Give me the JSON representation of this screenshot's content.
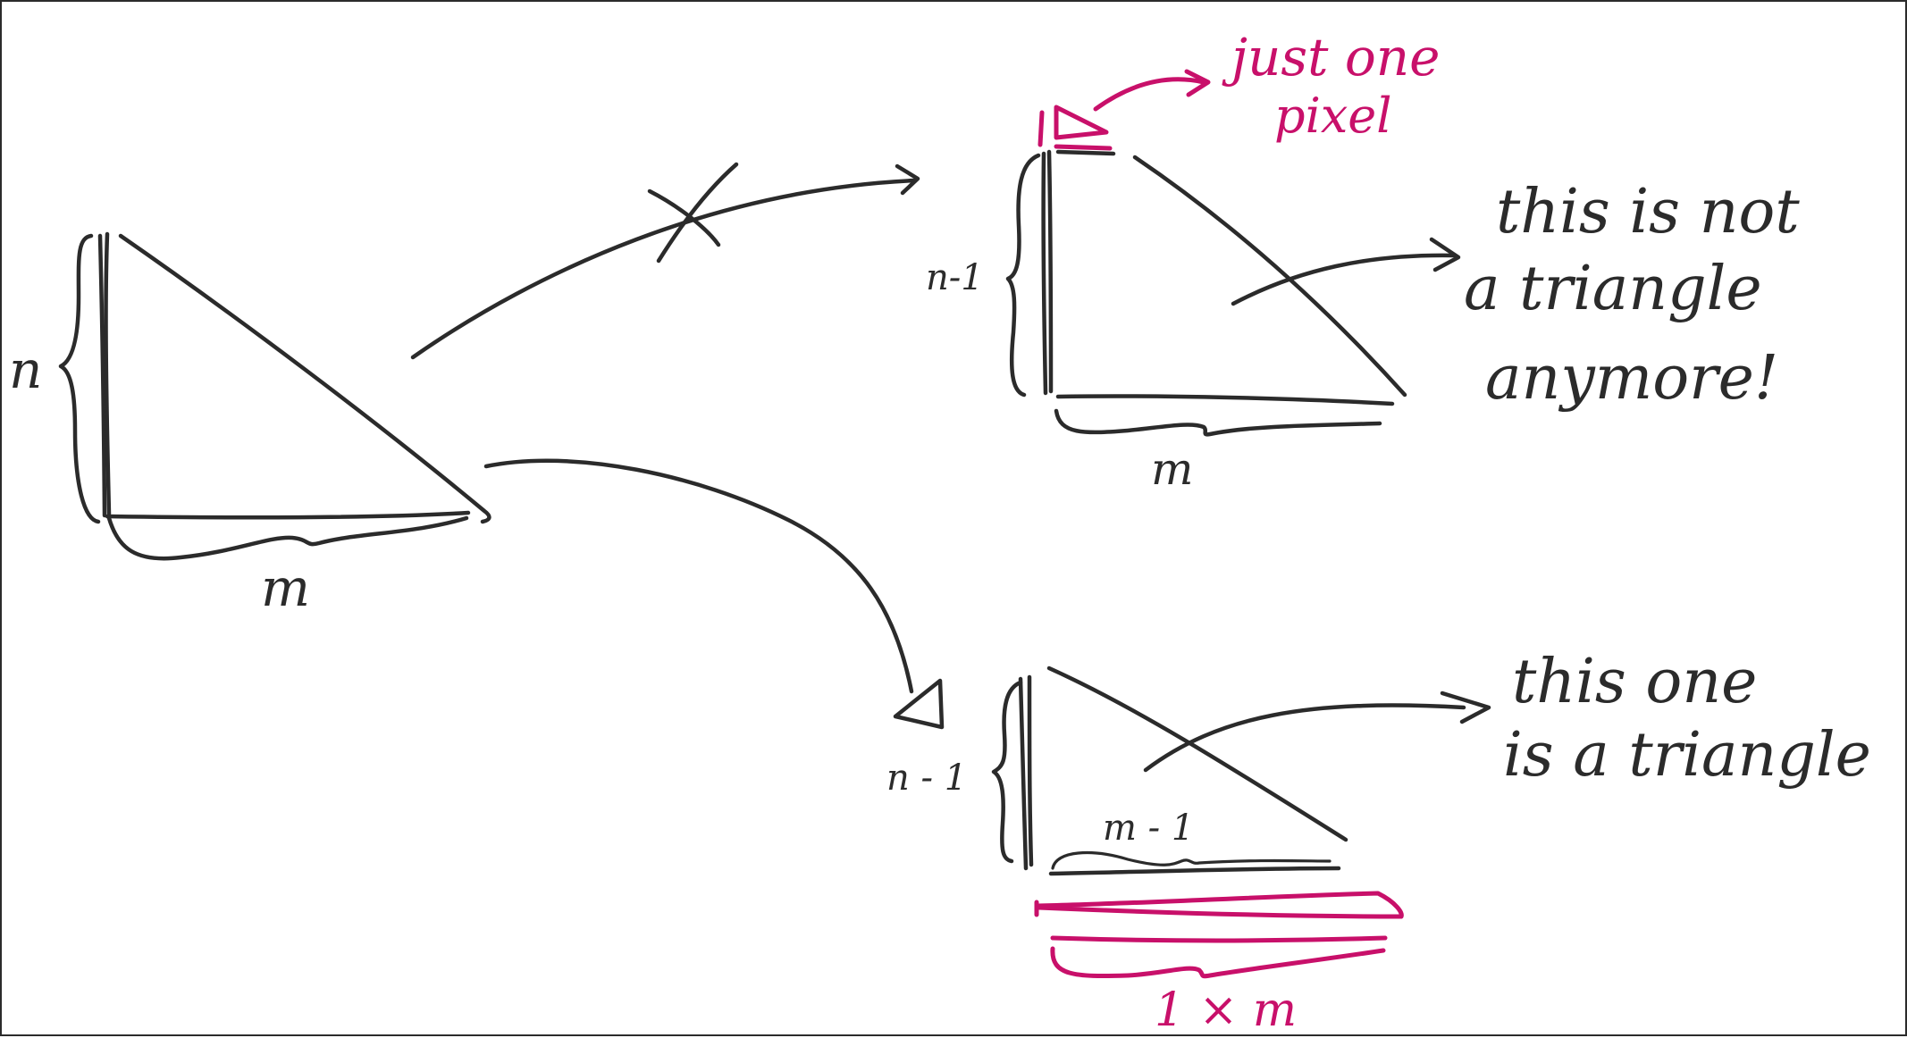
{
  "colors": {
    "ink": "#2b2b2b",
    "accent": "#c8106a",
    "background": "#ffffff"
  },
  "original": {
    "height_label": "n",
    "width_label": "m"
  },
  "top_branch": {
    "height_label": "n-1",
    "width_label": "m",
    "annotation_line1": "just one",
    "annotation_line2": "pixel",
    "note_line1": "this is not",
    "note_line2": "a triangle",
    "note_line3": "anymore!"
  },
  "bottom_branch": {
    "height_label": "n - 1",
    "width_label": "m - 1",
    "strip_label": "1 × m",
    "note_line1": "this one",
    "note_line2": "is a triangle"
  }
}
